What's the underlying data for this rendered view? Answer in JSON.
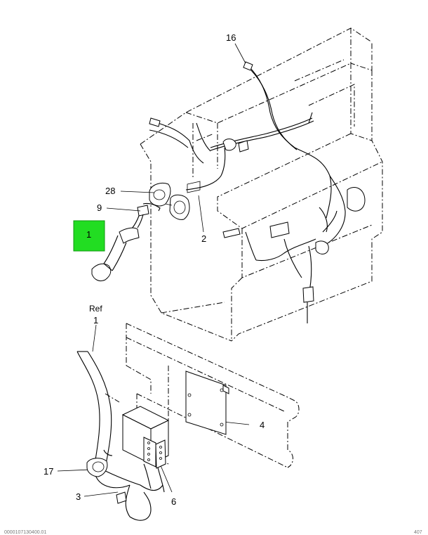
{
  "callouts": {
    "c16": "16",
    "c28": "28",
    "c9": "9",
    "c1_highlight": "1",
    "c2": "2",
    "ref_label": "Ref",
    "c1_ref": "1",
    "c4": "4",
    "c17": "17",
    "c3": "3",
    "c6": "6"
  },
  "highlight_color": "#22dd22",
  "footer": {
    "left_code": "0000107130400.01",
    "right_code": "407"
  }
}
